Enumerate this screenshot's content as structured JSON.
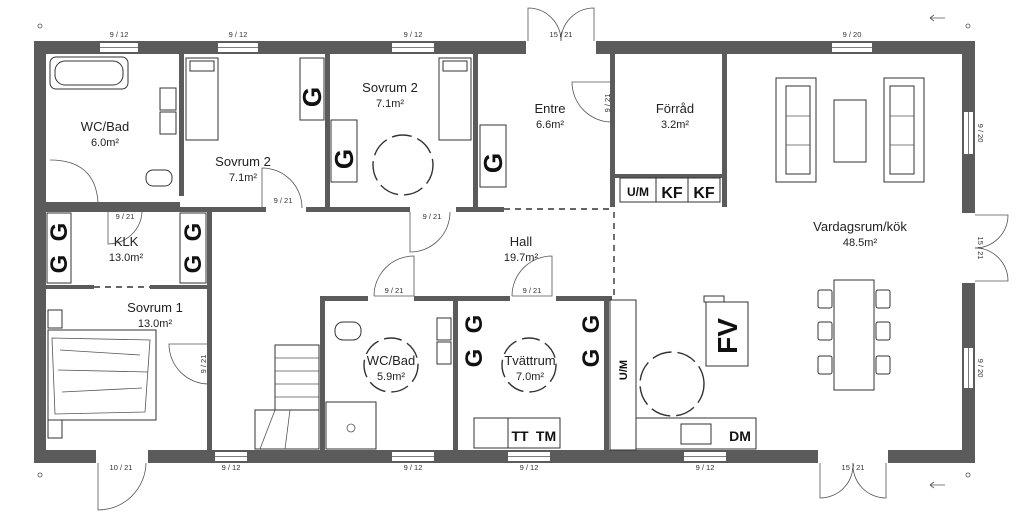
{
  "rooms": [
    {
      "id": "wc-bad-1",
      "name": "WC/Bad",
      "area": "6.0m²"
    },
    {
      "id": "sovrum2-a",
      "name": "Sovrum 2",
      "area": "7.1m²"
    },
    {
      "id": "sovrum2-b",
      "name": "Sovrum 2",
      "area": "7.1m²"
    },
    {
      "id": "entre",
      "name": "Entre",
      "area": "6.6m²"
    },
    {
      "id": "forrad",
      "name": "Förråd",
      "area": "3.2m²"
    },
    {
      "id": "vardagsrum",
      "name": "Vardagsrum/kök",
      "area": "48.5m²"
    },
    {
      "id": "klk",
      "name": "KLK",
      "area": "13.0m²"
    },
    {
      "id": "hall",
      "name": "Hall",
      "area": "19.7m²"
    },
    {
      "id": "sovrum1",
      "name": "Sovrum 1",
      "area": "13.0m²"
    },
    {
      "id": "wc-bad-2",
      "name": "WC/Bad",
      "area": "5.9m²"
    },
    {
      "id": "tvattrum",
      "name": "Tvättrum",
      "area": "7.0m²"
    }
  ],
  "dimensions": {
    "top_1": "9 / 12",
    "top_2": "9 / 12",
    "top_3": "9 / 12",
    "top_entry": "15 / 21",
    "top_5": "9 / 20",
    "right_1": "9 / 20",
    "right_door": "15 / 21",
    "right_2": "9 / 20",
    "bottom_door_left": "10 / 21",
    "bottom_1": "9 / 12",
    "bottom_2": "9 / 12",
    "bottom_3": "9 / 12",
    "bottom_4": "9 / 12",
    "bottom_door_right": "15 / 21",
    "inner_sovrum2": "9 / 21",
    "inner_entre": "9 / 21",
    "inner_klk": "9 / 21",
    "inner_hall": "9 / 21",
    "inner_wcbad": "9 / 21",
    "inner_tvatt": "9 / 21",
    "inner_sovrum1": "9 / 21"
  },
  "symbols": {
    "g": "G",
    "um": "U/M",
    "kf": "KF",
    "fv": "FV",
    "tt": "TT",
    "tm": "TM",
    "dm": "DM"
  }
}
